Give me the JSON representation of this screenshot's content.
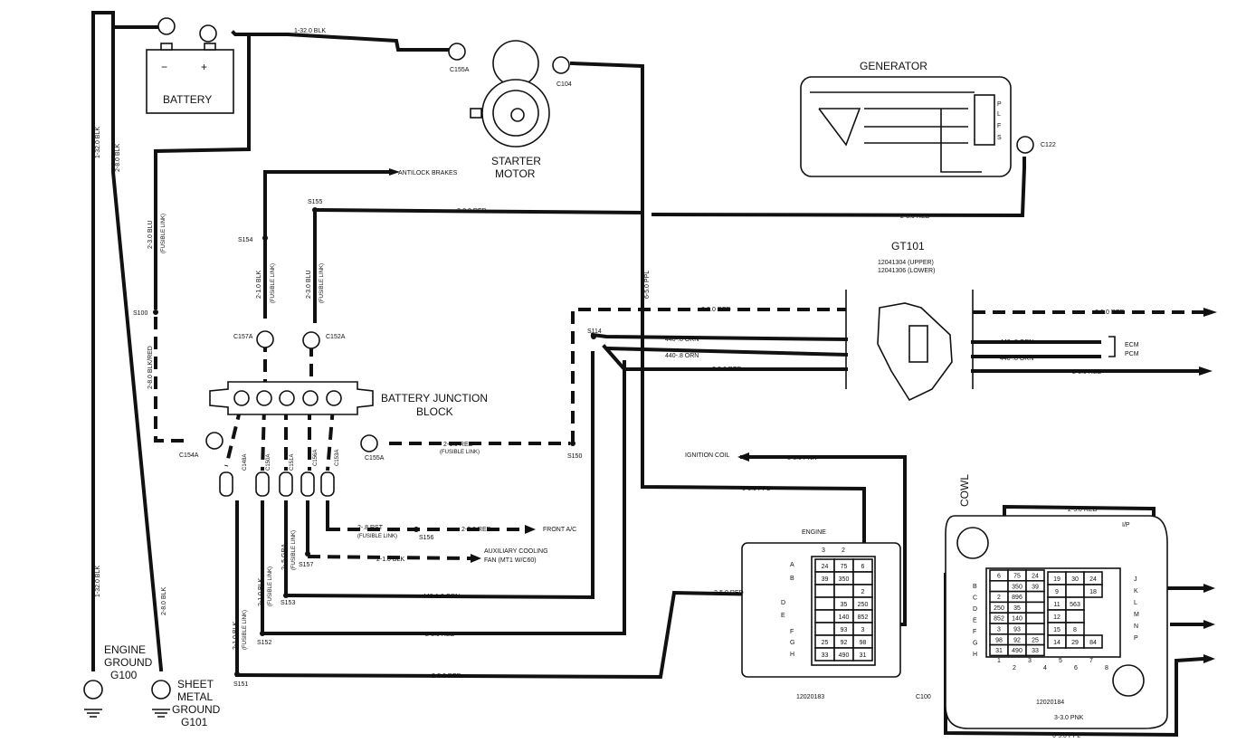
{
  "components": {
    "battery": {
      "label": "BATTERY",
      "minus": "−",
      "plus": "+"
    },
    "starter": {
      "label_line1": "STARTER",
      "label_line2": "MOTOR"
    },
    "generator": {
      "label": "GENERATOR",
      "terminals": [
        "P",
        "L",
        "F",
        "S"
      ]
    },
    "junction_block": {
      "label_line1": "BATTERY JUNCTION",
      "label_line2": "BLOCK"
    },
    "gt101": {
      "label": "GT101",
      "upper": "12041304 (UPPER)",
      "lower": "12041306 (LOWER)"
    },
    "engine_ground": {
      "line1": "ENGINE",
      "line2": "GROUND",
      "line3": "G100"
    },
    "sheet_metal_ground": {
      "line1": "SHEET",
      "line2": "METAL",
      "line3": "GROUND",
      "line4": "G101"
    },
    "engine_connector": {
      "label": "ENGINE",
      "part": "12020183",
      "top_pins": [
        "3",
        "2"
      ],
      "rows": [
        "A",
        "B",
        "D",
        "E",
        "F",
        "G",
        "H"
      ]
    },
    "ip_connector": {
      "label": "I/P",
      "part": "12020184",
      "connector": "C100",
      "cowl": "COWL",
      "left_rows": [
        "B",
        "C",
        "D",
        "E",
        "F",
        "G",
        "H"
      ],
      "right_rows": [
        "J",
        "K",
        "L",
        "M",
        "N",
        "P"
      ],
      "bottom_pins": [
        "1",
        "2",
        "3",
        "4",
        "5",
        "6",
        "7",
        "8"
      ]
    }
  },
  "wire_labels": {
    "w1_32_blk": "1-32.0 BLK",
    "w1_32_blk_vert": "1-32.0 BLK",
    "w2_8_blk_vert": "2-8.0 BLK",
    "w2_3_blu_link": "2-3.0 BLU",
    "fusible_link": "(FUSIBLE LINK)",
    "w2_8_blk_red": "2-8.0 BLK/RED",
    "antilock": "ANTILOCK BRAKES",
    "w2_8_red_top": "2-8.0 RED",
    "w2_8_red_gen": "2-8.0 RED",
    "w6_5_ppl": "6-5.0 PPL",
    "w2_1_blk": "2-1.0 BLK",
    "w2_3_blu": "2-3.0 BLU",
    "w2_5_red_a": "2-5.0 RED",
    "w2_5_red_b": "2-5.0 RED",
    "w440_orn_a": "440-.8 ORN",
    "w440_orn_b": "440-.8 ORN",
    "w440_orn_r1": "440-.8 ORN",
    "w440_orn_r2": "440-.8 ORN",
    "w2_5_red_r1": "2-5.0 RED",
    "w2_5_red_r2": "2-5.0 RED",
    "ecm": "ECM",
    "pcm": "PCM",
    "w2_1_red_link": "2-1.0 RED",
    "ignition_coil": "IGNITION COIL",
    "w3_3_pnk": "3-3.0 PNK",
    "w6_5_ppl_b": "6-5.0 PPL",
    "w2_8_rst": "2-.8 RST",
    "w2_2_red": "2-2.0 RED",
    "front_ac": "FRONT A/C",
    "w2_1_blk_b": "2-1.0 BLK",
    "aux_fan_1": "AUXILIARY COOLING",
    "aux_fan_2": "FAN (MT1 W/C60)",
    "w440_1_orn": "440-1.0 ORN",
    "w2_5_red_c": "2-5.0 RED",
    "w2_5_red_d": "2-5.0 RED",
    "w2_5_red_e": "2-5.0 RED",
    "w2_5_red_top_ip": "2-5.0 RED",
    "w3_3_pnk_b": "3-3.0 PNK",
    "w6_5_ppl_c": "6-5.0 PPL",
    "w1_32_blk_low": "1-32.0 BLK",
    "w2_8_blk_low": "2-8.0 BLK",
    "w2_1_blk_v": "2-1.0 BLK",
    "w2_5_gra": "2-.5 GRA",
    "w2_1_blk_v2": "2-1.0 BLK"
  },
  "connectors": {
    "c155a_top": "C155A",
    "c104": "C104",
    "c122": "C122",
    "c157a": "C157A",
    "c152a": "C152A",
    "c154a": "C154A",
    "c155a": "C155A",
    "c148a": "C148A",
    "c150a": "C150A",
    "c151a": "C151A",
    "c156a": "C156A",
    "c153a": "C153A"
  },
  "splices": {
    "s154": "S154",
    "s155": "S155",
    "s100": "S100",
    "s114": "S114",
    "s150": "S150",
    "s156": "S156",
    "s157": "S157",
    "s153": "S153",
    "s152": "S152",
    "s151": "S151"
  },
  "engine_cells": [
    [
      "24",
      "75",
      "6"
    ],
    [
      "39",
      "350",
      ""
    ],
    [
      "",
      "",
      "2"
    ],
    [
      "",
      "35",
      "250"
    ],
    [
      "",
      "140",
      "852"
    ],
    [
      "",
      "93",
      "3"
    ],
    [
      "25",
      "92",
      "98"
    ],
    [
      "33",
      "490",
      "31"
    ]
  ],
  "ip_cells_left": [
    [
      "6",
      "75",
      "24"
    ],
    [
      "",
      "350",
      "39"
    ],
    [
      "2",
      "896",
      ""
    ],
    [
      "250",
      "35",
      ""
    ],
    [
      "852",
      "140",
      ""
    ],
    [
      "3",
      "93",
      ""
    ],
    [
      "98",
      "92",
      "25"
    ],
    [
      "31",
      "490",
      "33"
    ]
  ],
  "ip_cells_right": [
    [
      "19",
      "30",
      "24"
    ],
    [
      "9",
      "",
      "18"
    ],
    [
      "11",
      "563"
    ],
    [
      "12",
      ""
    ],
    [
      "15",
      "8"
    ],
    [
      "14",
      "29",
      "84"
    ]
  ]
}
